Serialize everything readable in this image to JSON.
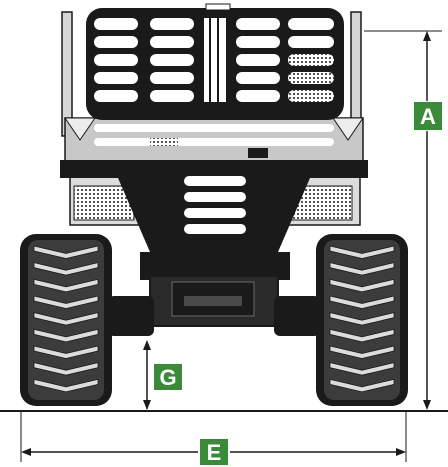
{
  "dimensions": {
    "height_label": "A",
    "clearance_label": "G",
    "width_label": "E"
  },
  "colors": {
    "badge": "#3a8a3a",
    "ink": "#1a1a1a",
    "frame_gray": "#c8c8c8"
  },
  "tire_tread_count": 9
}
